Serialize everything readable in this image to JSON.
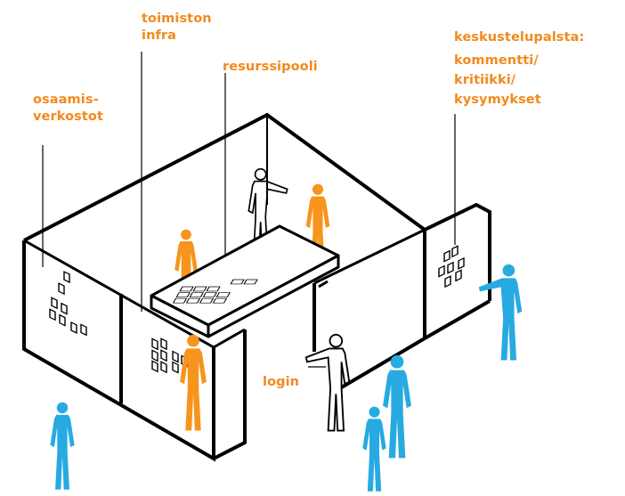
{
  "colors": {
    "label": "#f18a1c",
    "frame": "#000000",
    "orange": "#f7941d",
    "blue": "#27aae1",
    "outline": "#000000",
    "sticky": "#ffffff"
  },
  "labels": {
    "toimiston_1": "toimiston",
    "toimiston_2": "infra",
    "resurssipooli": "resurssipooli",
    "osaamis_1": "osaamis-",
    "osaamis_2": "verkostot",
    "keskustelu_1": "keskustelupalsta:",
    "keskustelu_2": "kommentti/",
    "keskustelu_3": "kritiikki/",
    "keskustelu_4": "kysymykset",
    "login": "login"
  },
  "icons": {
    "person_orange": "person-orange-icon",
    "person_blue": "person-blue-icon",
    "person_outline": "person-outline-icon",
    "sticky_note": "sticky-note-icon"
  }
}
